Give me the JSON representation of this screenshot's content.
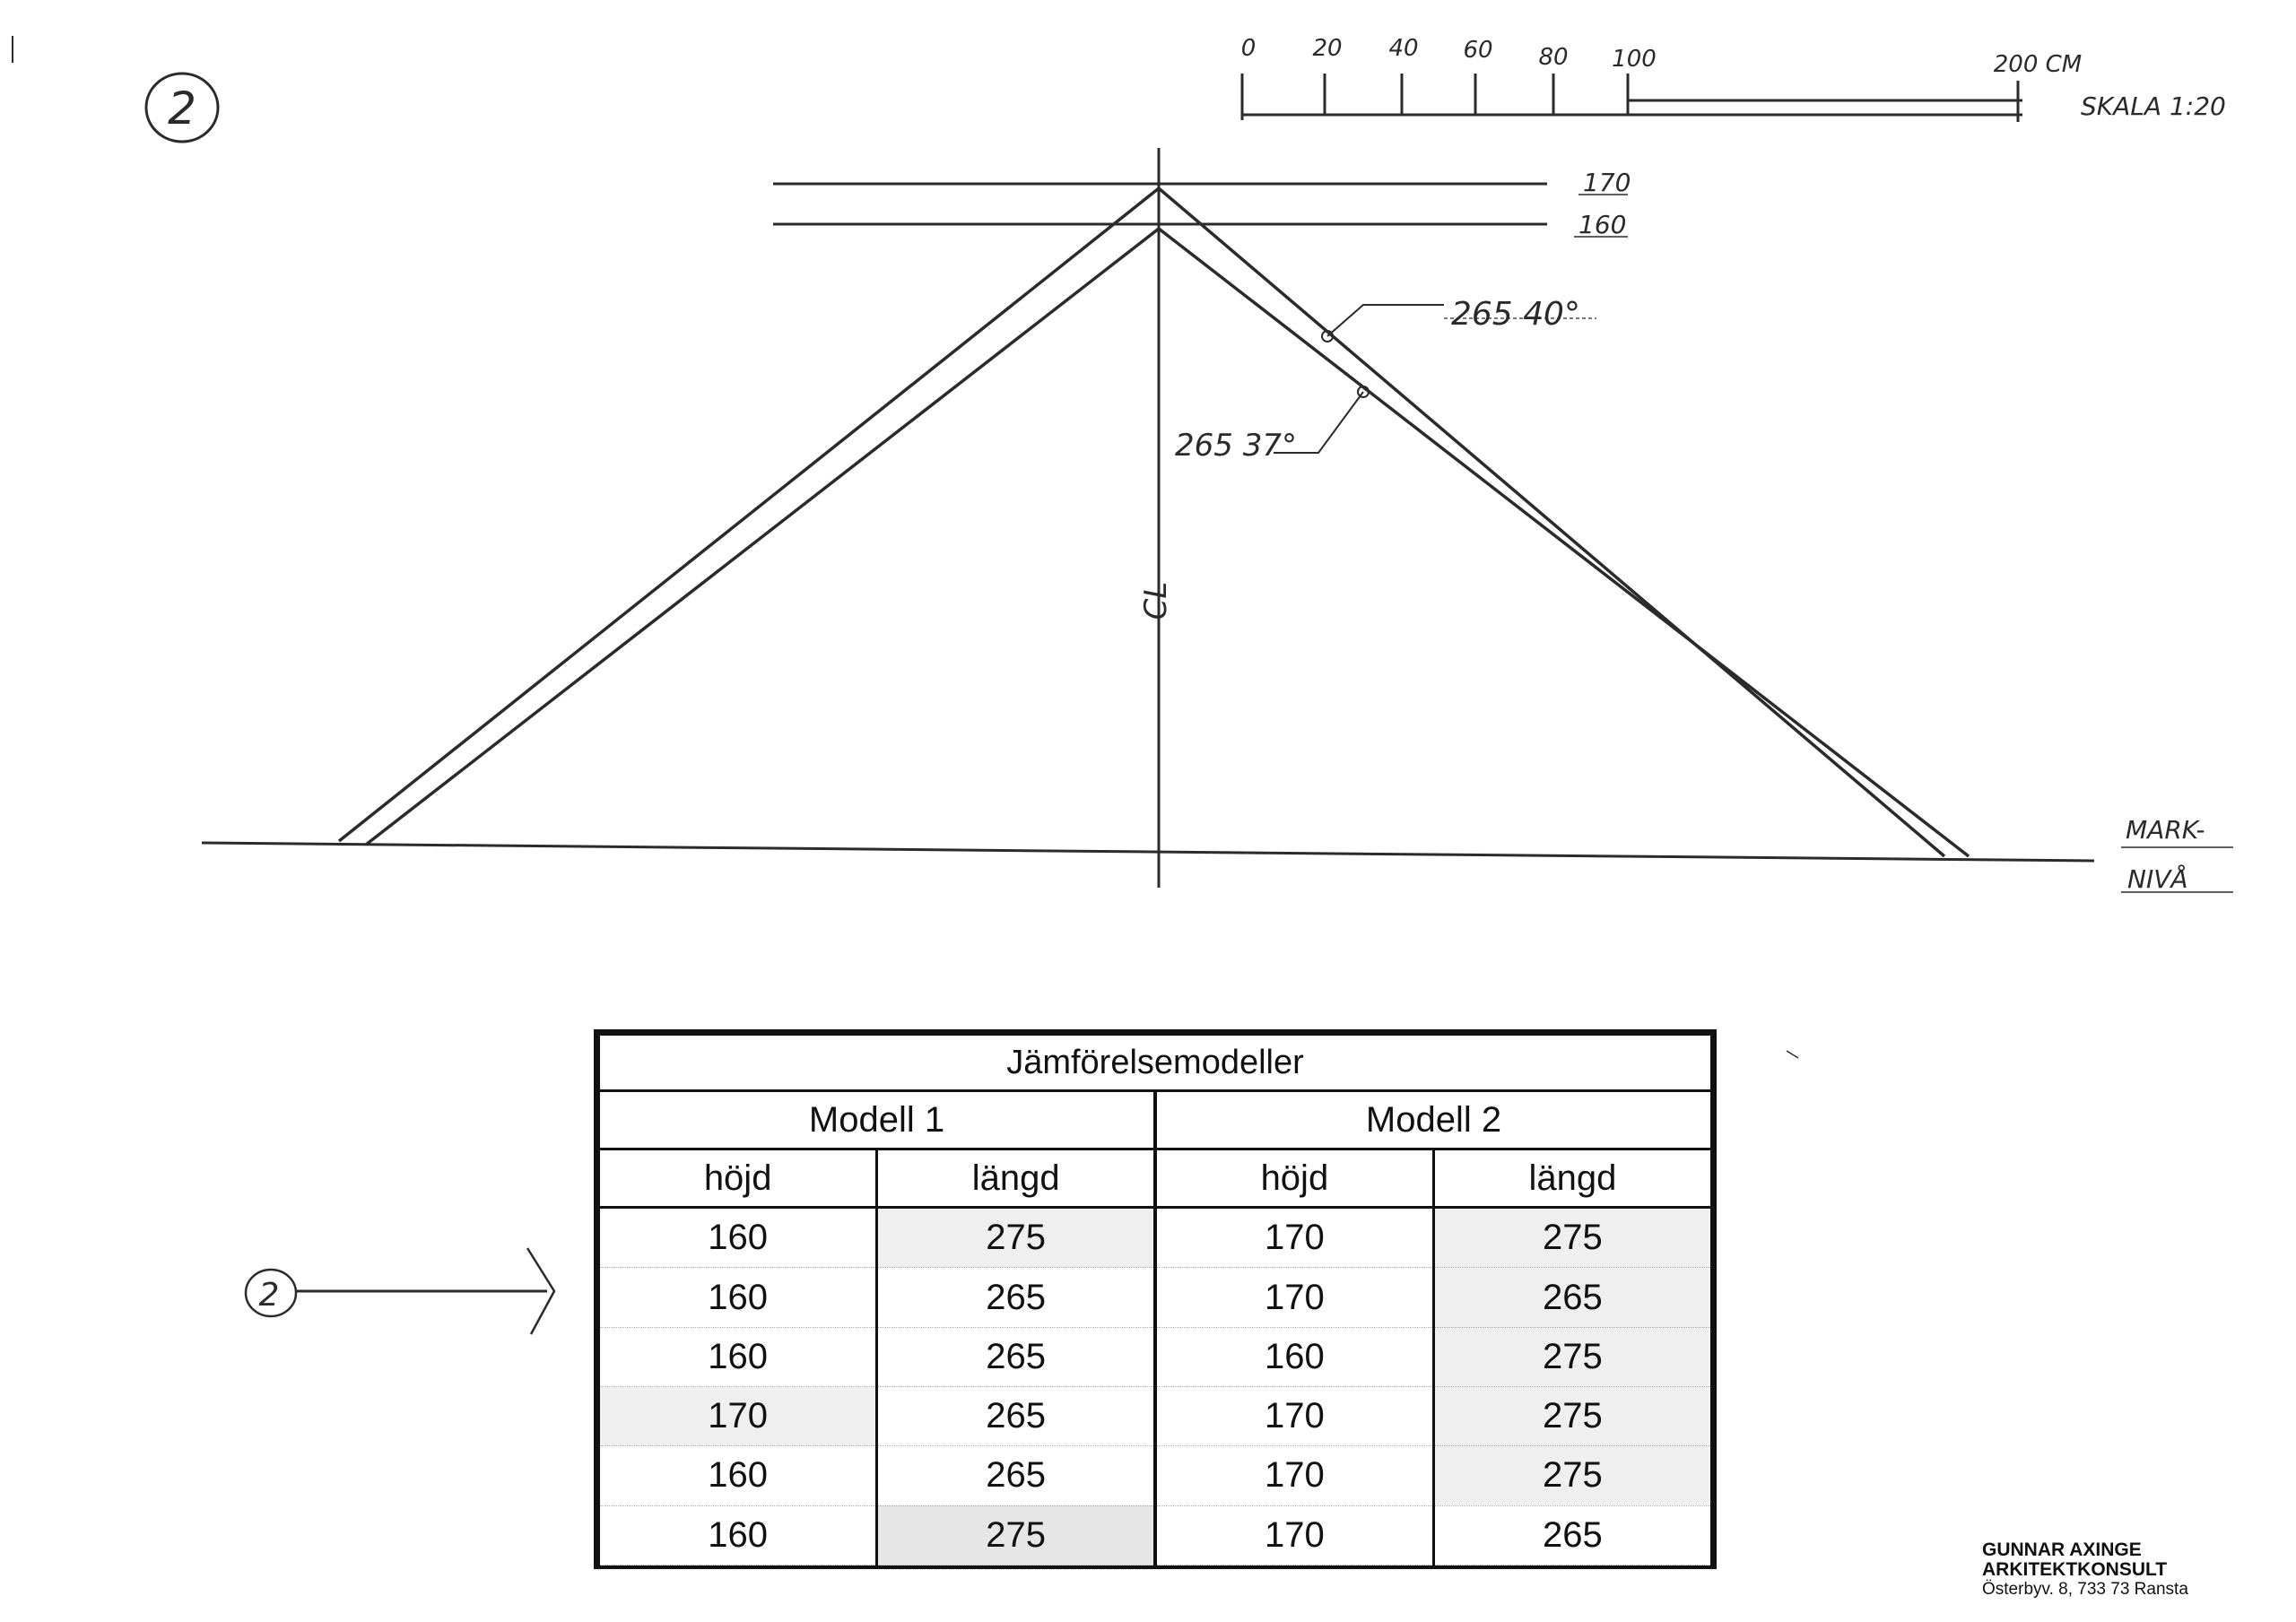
{
  "sheet": {
    "number": "2"
  },
  "scale_bar": {
    "ticks": [
      "0",
      "20",
      "40",
      "60",
      "80",
      "100",
      "200 CM"
    ],
    "scale_text": "SKALA 1:20"
  },
  "elevation": {
    "level_high": "170",
    "level_low": "160",
    "outer_annotation": "265 40°",
    "inner_annotation": "265 37°",
    "centerline": "CL",
    "ground_line_1": "MARK-",
    "ground_line_2": "NIVÅ"
  },
  "callout": {
    "ref": "2"
  },
  "table": {
    "title": "Jämförelsemodeller",
    "models": [
      {
        "name": "Modell 1"
      },
      {
        "name": "Modell 2"
      }
    ],
    "col_labels": [
      "höjd",
      "längd",
      "höjd",
      "längd"
    ],
    "rows": [
      [
        "160",
        "275",
        "170",
        "275"
      ],
      [
        "160",
        "265",
        "170",
        "265"
      ],
      [
        "160",
        "265",
        "160",
        "275"
      ],
      [
        "170",
        "265",
        "170",
        "275"
      ],
      [
        "160",
        "265",
        "170",
        "275"
      ],
      [
        "160",
        "275",
        "170",
        "265"
      ]
    ]
  },
  "firm": {
    "name": "GUNNAR AXINGE",
    "title": "ARKITEKTKONSULT",
    "address": "Österbyv. 8, 733 73  Ransta"
  }
}
